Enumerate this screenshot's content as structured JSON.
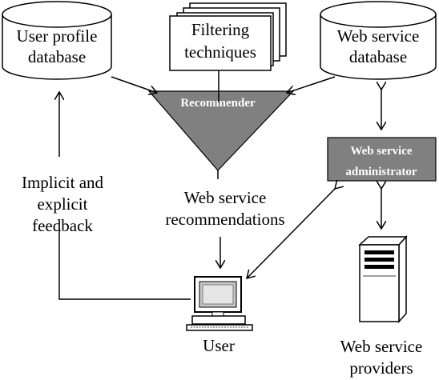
{
  "nodes": {
    "user_profile_db": {
      "line1": "User profile",
      "line2": "database"
    },
    "filtering": {
      "line1": "Filtering",
      "line2": "techniques"
    },
    "web_service_db": {
      "line1": "Web service",
      "line2": "database"
    },
    "recommender": {
      "label": "Recommender"
    },
    "ws_admin": {
      "line1": "Web service",
      "line2": "administrator"
    },
    "user": {
      "label": "User"
    },
    "providers": {
      "line1": "Web service",
      "line2": "providers"
    }
  },
  "labels": {
    "feedback": {
      "line1": "Implicit and",
      "line2": "explicit",
      "line3": "feedback"
    },
    "recommendations": {
      "line1": "Web service",
      "line2": "recommendations"
    }
  }
}
